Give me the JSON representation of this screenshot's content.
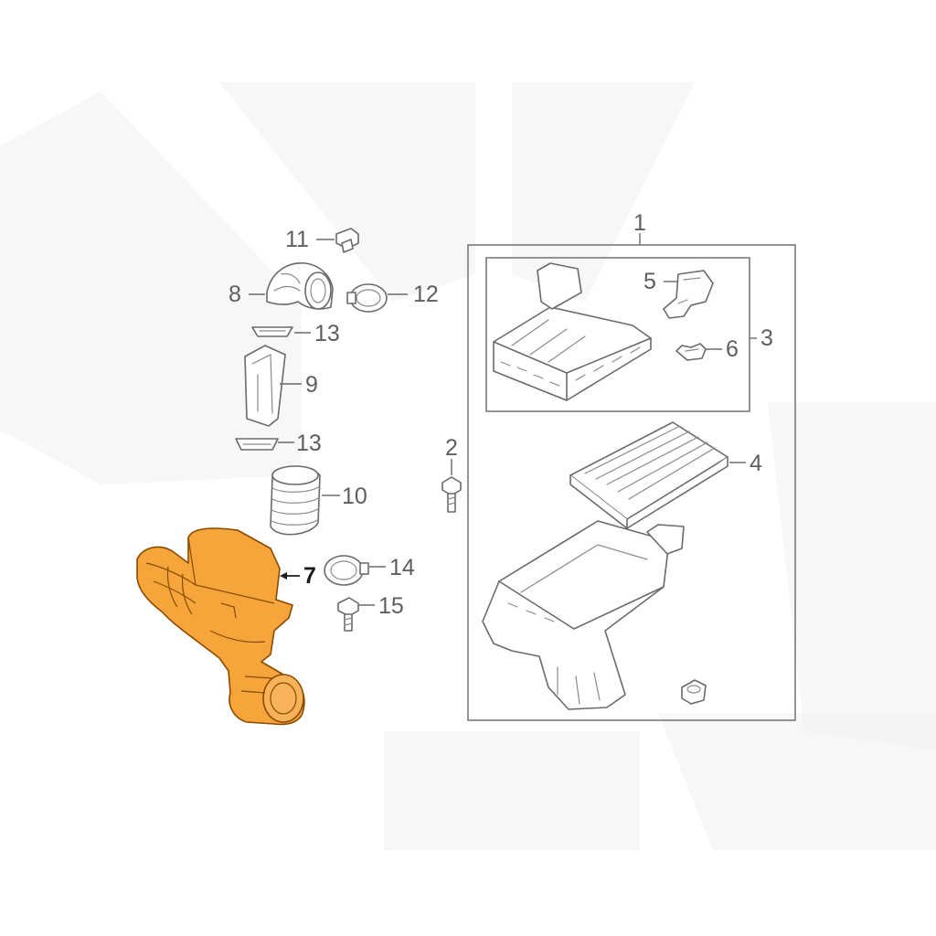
{
  "diagram": {
    "highlight_color": "#f5a53a",
    "line_color": "#6a6a6a",
    "callouts": {
      "c1": "1",
      "c2": "2",
      "c3": "3",
      "c4": "4",
      "c5": "5",
      "c6": "6",
      "c7": "7",
      "c8": "8",
      "c9": "9",
      "c10": "10",
      "c11": "11",
      "c12": "12",
      "c13a": "13",
      "c13b": "13",
      "c14": "14",
      "c15": "15"
    },
    "highlighted_part": "7"
  }
}
